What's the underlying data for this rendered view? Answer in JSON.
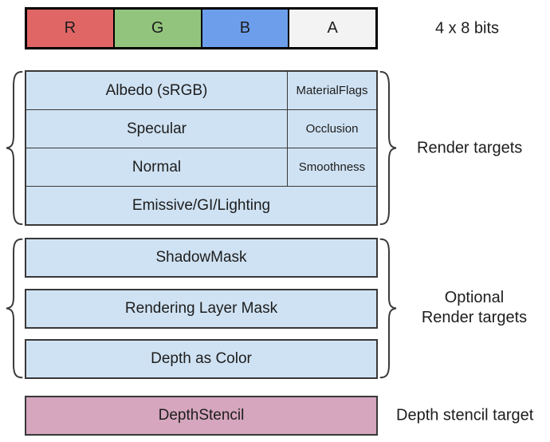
{
  "format_bar": {
    "caption": "4 x 8 bits",
    "cells": [
      {
        "label": "R",
        "color": "#e06666"
      },
      {
        "label": "G",
        "color": "#93c47d"
      },
      {
        "label": "B",
        "color": "#6d9eeb"
      },
      {
        "label": "A",
        "color": "#f3f3f3"
      }
    ]
  },
  "render_targets": {
    "group_label": "Render targets",
    "fill": "#cfe2f3",
    "rows": [
      {
        "main": "Albedo (sRGB)",
        "aux": "MaterialFlags"
      },
      {
        "main": "Specular",
        "aux": "Occlusion"
      },
      {
        "main": "Normal",
        "aux": "Smoothness"
      },
      {
        "main": "Emissive/GI/Lighting"
      }
    ]
  },
  "optional_render_targets": {
    "group_label_line1": "Optional",
    "group_label_line2": "Render targets",
    "fill": "#cfe2f3",
    "boxes": [
      {
        "label": "ShadowMask"
      },
      {
        "label": "Rendering Layer Mask"
      },
      {
        "label": "Depth as Color"
      }
    ]
  },
  "depth_stencil": {
    "box_label": "DepthStencil",
    "fill": "#d5a6bd",
    "group_label": "Depth stencil target"
  }
}
